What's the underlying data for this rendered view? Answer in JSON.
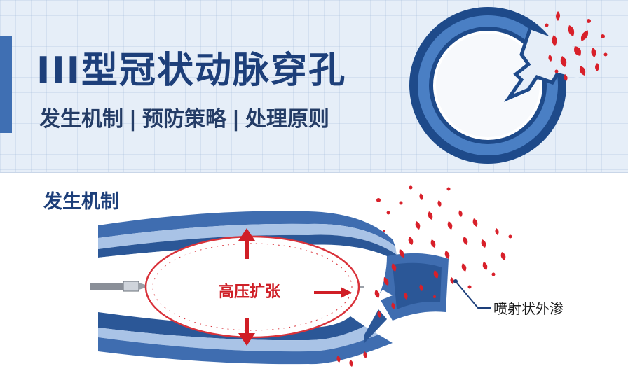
{
  "header": {
    "title": "III型冠状动脉穿孔",
    "subtitle_parts": [
      "发生机制",
      "预防策略",
      "处理原则"
    ],
    "separator": "|",
    "icon": "ruptured-vessel-icon"
  },
  "section": {
    "title": "发生机制"
  },
  "diagram": {
    "balloon_label": "高压扩张",
    "leak_label": "喷射状外渗"
  },
  "colors": {
    "header_bg": "#e6eef8",
    "title": "#1d3f7a",
    "vessel_wall": "#3f6db0",
    "balloon_rim": "#d9323a",
    "arrow_red": "#d01e26",
    "blood": "#d8202a"
  }
}
